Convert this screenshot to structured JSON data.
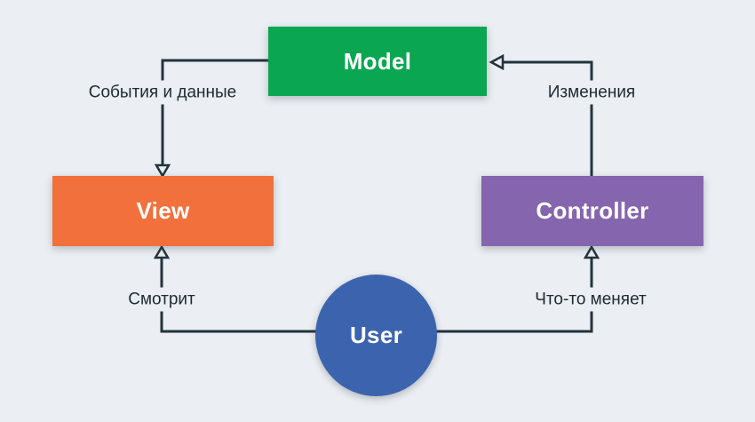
{
  "diagram": {
    "nodes": {
      "model": {
        "label": "Model",
        "color": "#0aa651"
      },
      "view": {
        "label": "View",
        "color": "#f2703c"
      },
      "controller": {
        "label": "Controller",
        "color": "#8565ae"
      },
      "user": {
        "label": "User",
        "color": "#3c64ae"
      }
    },
    "edges": {
      "model_to_view": {
        "label": "События и данные"
      },
      "controller_to_model": {
        "label": "Изменения"
      },
      "user_to_view": {
        "label": "Смотрит"
      },
      "user_to_controller": {
        "label": "Что-то меняет"
      }
    },
    "colors": {
      "background": "#ebeef2",
      "line": "#22333c",
      "label_text": "#1d2b31"
    }
  }
}
